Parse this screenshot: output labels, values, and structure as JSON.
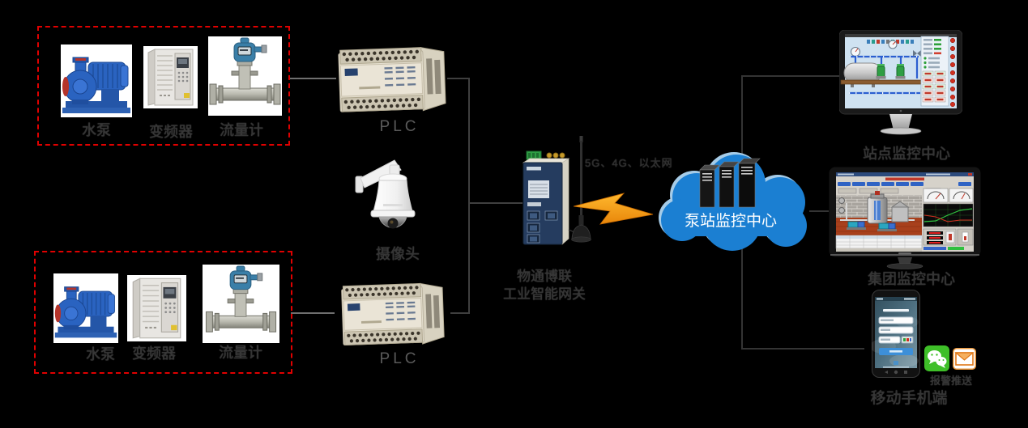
{
  "colors": {
    "background": "#000000",
    "box_border_red": "#dd0000",
    "cloud_blue": "#1b7fd2",
    "bolt_orange": "#f59c16",
    "wechat_green": "#3ebf28",
    "mail_orange": "#e07818"
  },
  "device_groups": [
    {
      "items": [
        {
          "label": "水泵"
        },
        {
          "label": "变频器"
        },
        {
          "label": "流量计"
        }
      ]
    },
    {
      "items": [
        {
          "label": "水泵"
        },
        {
          "label": "变频器"
        },
        {
          "label": "流量计"
        }
      ]
    }
  ],
  "plc": {
    "top_label": "PLC",
    "bottom_label": "PLC"
  },
  "camera": {
    "label": "摄像头"
  },
  "gateway": {
    "name_line1": "物通博联",
    "name_line2": "工业智能网关",
    "connectivity_label": "5G、4G、以太网"
  },
  "cloud": {
    "label": "泵站监控中心"
  },
  "monitoring": {
    "site_label": "站点监控中心",
    "group_label": "集团监控中心"
  },
  "mobile": {
    "terminal_label": "移动手机端",
    "push_label": "报警推送"
  }
}
